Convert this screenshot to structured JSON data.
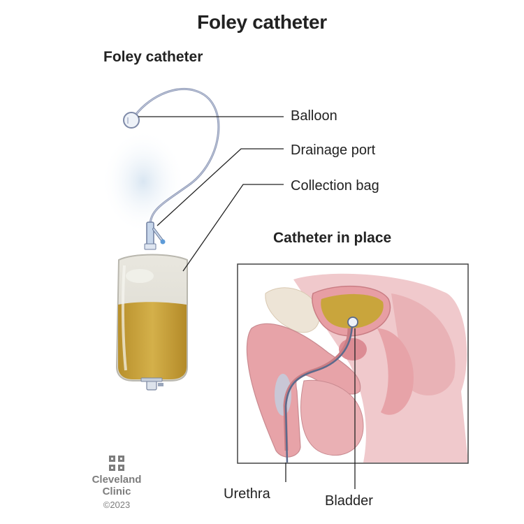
{
  "title": "Foley catheter",
  "sections": {
    "device_heading": "Foley catheter",
    "in_place_heading": "Catheter in place"
  },
  "labels": {
    "balloon": "Balloon",
    "drainage_port": "Drainage port",
    "collection_bag": "Collection bag",
    "urethra": "Urethra",
    "bladder": "Bladder"
  },
  "logo": {
    "line1": "Cleveland",
    "line2": "Clinic",
    "copyright": "©2023"
  },
  "colors": {
    "urine": "#c9a53c",
    "tissue_pink": "#e7a3a8",
    "leader_line": "#222222",
    "logo_gray": "#7d7d7d"
  }
}
